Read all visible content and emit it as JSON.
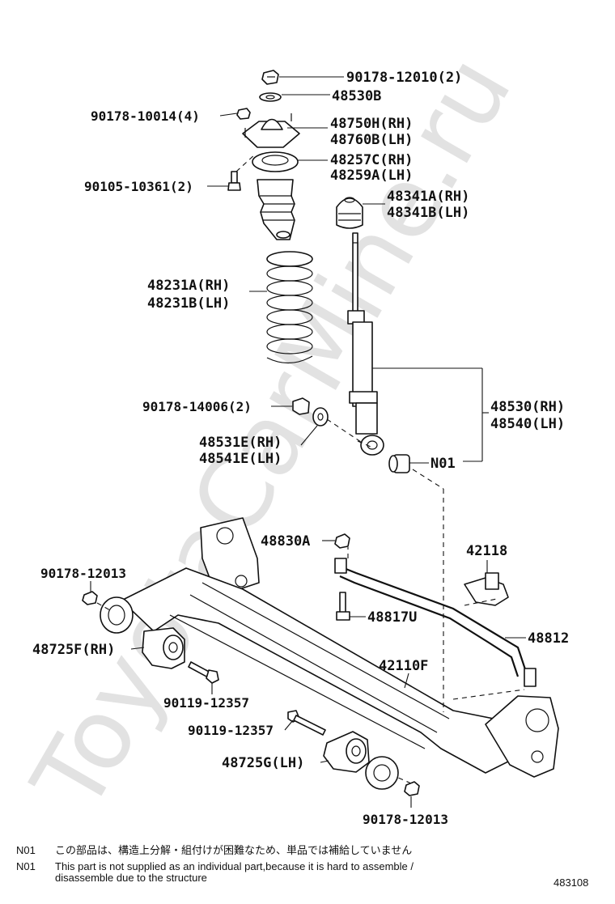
{
  "watermark": "ToyotaCarMine.ru",
  "labels": {
    "p1": "90178-12010(2)",
    "p2": "48530B",
    "p3": "90178-10014(4)",
    "p4a": "48750H(RH)",
    "p4b": "48760B(LH)",
    "p5a": "48257C(RH)",
    "p5b": "48259A(LH)",
    "p6": "90105-10361(2)",
    "p7a": "48341A(RH)",
    "p7b": "48341B(LH)",
    "p8a": "48231A(RH)",
    "p8b": "48231B(LH)",
    "p9": "90178-14006(2)",
    "p10a": "48530(RH)",
    "p10b": "48540(LH)",
    "p11a": "48531E(RH)",
    "p11b": "48541E(LH)",
    "p12": "N01",
    "p13": "48830A",
    "p14": "42118",
    "p15": "90178-12013",
    "p16": "48817U",
    "p17": "48812",
    "p18": "48725F(RH)",
    "p19": "42110F",
    "p20": "90119-12357",
    "p21": "90119-12357",
    "p22": "48725G(LH)",
    "p23": "90178-12013"
  },
  "notes": {
    "code1": "N01",
    "text1": "この部品は、構造上分解・組付けが困難なため、単品では補給していません",
    "code2": "N01",
    "text2a": "This part is not supplied as an individual part,because it is hard to assemble /",
    "text2b": "disassemble due to the structure"
  },
  "figure_number": "483108"
}
